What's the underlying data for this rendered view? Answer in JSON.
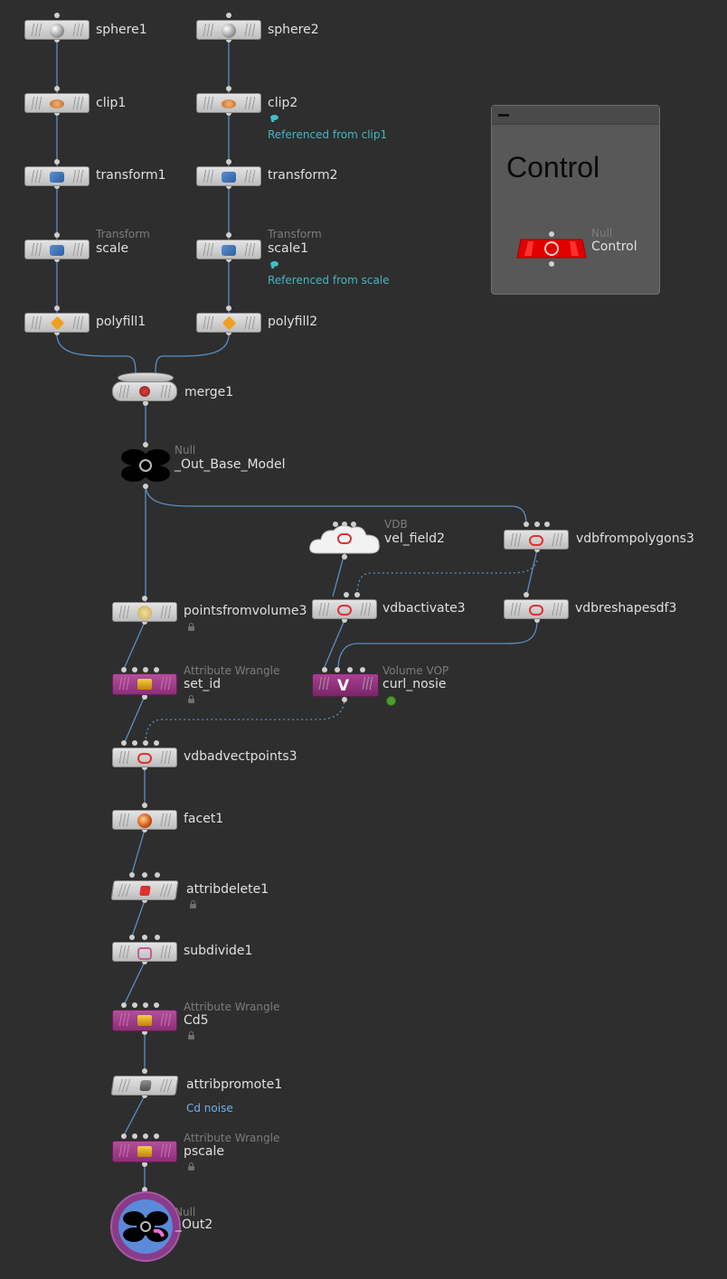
{
  "colors": {
    "background": "#2e2e2e",
    "wire": "#5b8ec2",
    "note": "#44b6c6",
    "wrangle": "#9b3c87",
    "null_red": "#e00000"
  },
  "nodes": {
    "sphere1": {
      "name": "sphere1",
      "icon": "sphere-icon"
    },
    "sphere2": {
      "name": "sphere2",
      "icon": "sphere-icon"
    },
    "clip1": {
      "name": "clip1",
      "icon": "clip-icon"
    },
    "clip2": {
      "name": "clip2",
      "icon": "clip-icon",
      "note": "Referenced from clip1"
    },
    "transform1": {
      "name": "transform1",
      "icon": "transform-icon"
    },
    "transform2": {
      "name": "transform2",
      "icon": "transform-icon"
    },
    "scale": {
      "name": "scale",
      "type": "Transform",
      "icon": "transform-icon"
    },
    "scale1": {
      "name": "scale1",
      "type": "Transform",
      "icon": "transform-icon",
      "note": "Referenced from scale"
    },
    "polyfill1": {
      "name": "polyfill1",
      "icon": "polyfill-icon"
    },
    "polyfill2": {
      "name": "polyfill2",
      "icon": "polyfill-icon"
    },
    "merge1": {
      "name": "merge1",
      "icon": "merge-icon"
    },
    "out_base": {
      "name": "_Out_Base_Model",
      "type": "Null",
      "icon": "null-icon"
    },
    "vel_field2": {
      "name": "vel_field2",
      "type": "VDB",
      "icon": "vdb-icon"
    },
    "vdbfrompolygons3": {
      "name": "vdbfrompolygons3",
      "icon": "vdb-icon"
    },
    "pointsfromvolume3": {
      "name": "pointsfromvolume3",
      "icon": "points-icon"
    },
    "vdbactivate3": {
      "name": "vdbactivate3",
      "icon": "vdb-icon"
    },
    "vdbreshapesdf3": {
      "name": "vdbreshapesdf3",
      "icon": "vdb-icon"
    },
    "set_id": {
      "name": "set_id",
      "type": "Attribute Wrangle",
      "icon": "wrangle-icon"
    },
    "curl_nosie": {
      "name": "curl_nosie",
      "type": "Volume VOP",
      "icon": "vop-icon",
      "glyph": "V"
    },
    "vdbadvectpoints3": {
      "name": "vdbadvectpoints3",
      "icon": "vdb-icon"
    },
    "facet1": {
      "name": "facet1",
      "icon": "facet-icon"
    },
    "attribdelete1": {
      "name": "attribdelete1",
      "icon": "attribdelete-icon"
    },
    "subdivide1": {
      "name": "subdivide1",
      "icon": "subdivide-icon"
    },
    "cd5": {
      "name": "Cd5",
      "type": "Attribute Wrangle",
      "icon": "wrangle-icon"
    },
    "attribpromote1": {
      "name": "attribpromote1",
      "icon": "attribpromote-icon",
      "note": "Cd noise"
    },
    "pscale": {
      "name": "pscale",
      "type": "Attribute Wrangle",
      "icon": "wrangle-icon"
    },
    "out2": {
      "name": "_Out2",
      "type": "Null",
      "icon": "null-icon"
    }
  },
  "control": {
    "title": "Control",
    "node_name": "Control",
    "node_type": "Null",
    "icon": "null-icon"
  }
}
